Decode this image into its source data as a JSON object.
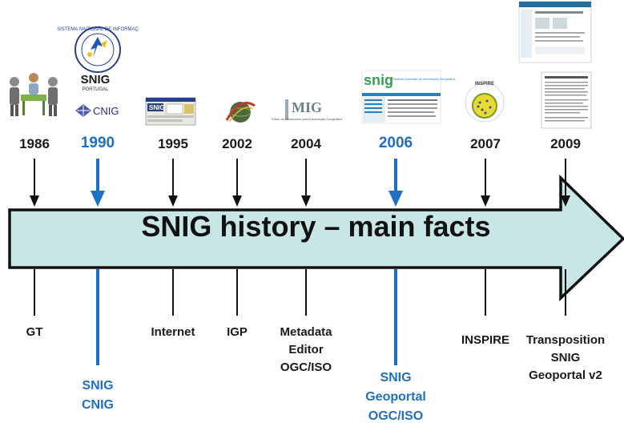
{
  "title": "SNIG history – main facts",
  "years": [
    {
      "year": "1986",
      "label": "GT",
      "highlight": false
    },
    {
      "year": "1990",
      "label": "SNIG\nCNIG",
      "highlight": true
    },
    {
      "year": "1995",
      "label": "Internet",
      "highlight": false
    },
    {
      "year": "2002",
      "label": "IGP",
      "highlight": false
    },
    {
      "year": "2004",
      "label": "Metadata\nEditor\nOGC/ISO",
      "highlight": false
    },
    {
      "year": "2006",
      "label": "SNIG\nGeoportal\nOGC/ISO",
      "highlight": true
    },
    {
      "year": "2007",
      "label": "INSPIRE",
      "highlight": false
    },
    {
      "year": "2009",
      "label": "Transposition\nSNIG\nGeoportal v2",
      "highlight": false
    }
  ],
  "logo_texts": {
    "snig_1990": "SNIG",
    "snig_portugal": "PORTUGAL",
    "seal_text": "SISTEMA NACIONAL DE INFORMAÇÃO GEOGRÁFICA",
    "cnig": "CNIG",
    "snig_1995": "SNIG",
    "mig_title": "MIG",
    "mig_sub": "Editor de Metadados para Informação Geográfica",
    "snig_2006": "snig",
    "snig_2006_sub": "Sistema Nacional de Informação Geográfica",
    "inspire": "INSPIRE"
  },
  "colors": {
    "arrow_fill": "#c8e6e6",
    "arrow_stroke": "#111111",
    "highlight": "#1f6fc5",
    "tick": "#111111"
  }
}
